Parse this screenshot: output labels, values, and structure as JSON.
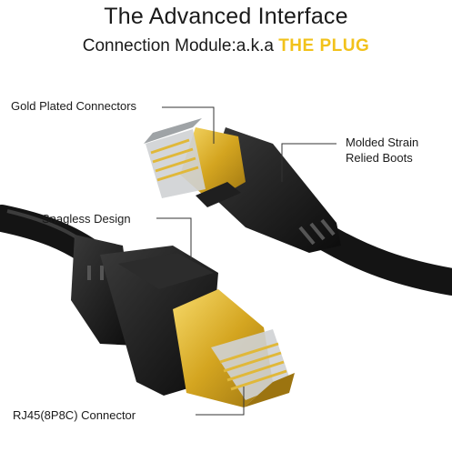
{
  "header": {
    "title": "The Advanced Interface",
    "subtitle_prefix": "Connection Module:a.k.a ",
    "subtitle_brand": "THE PLUG"
  },
  "callouts": {
    "gold_plated": "Gold Plated Connectors",
    "molded_line1": "Molded Strain",
    "molded_line2": "Relied Boots",
    "snagless": "Snagless Design",
    "rj45": "RJ45(8P8C) Connector"
  },
  "colors": {
    "brand_yellow": "#f2c21b",
    "gold": "#d4a520",
    "cable_black": "#141414"
  }
}
